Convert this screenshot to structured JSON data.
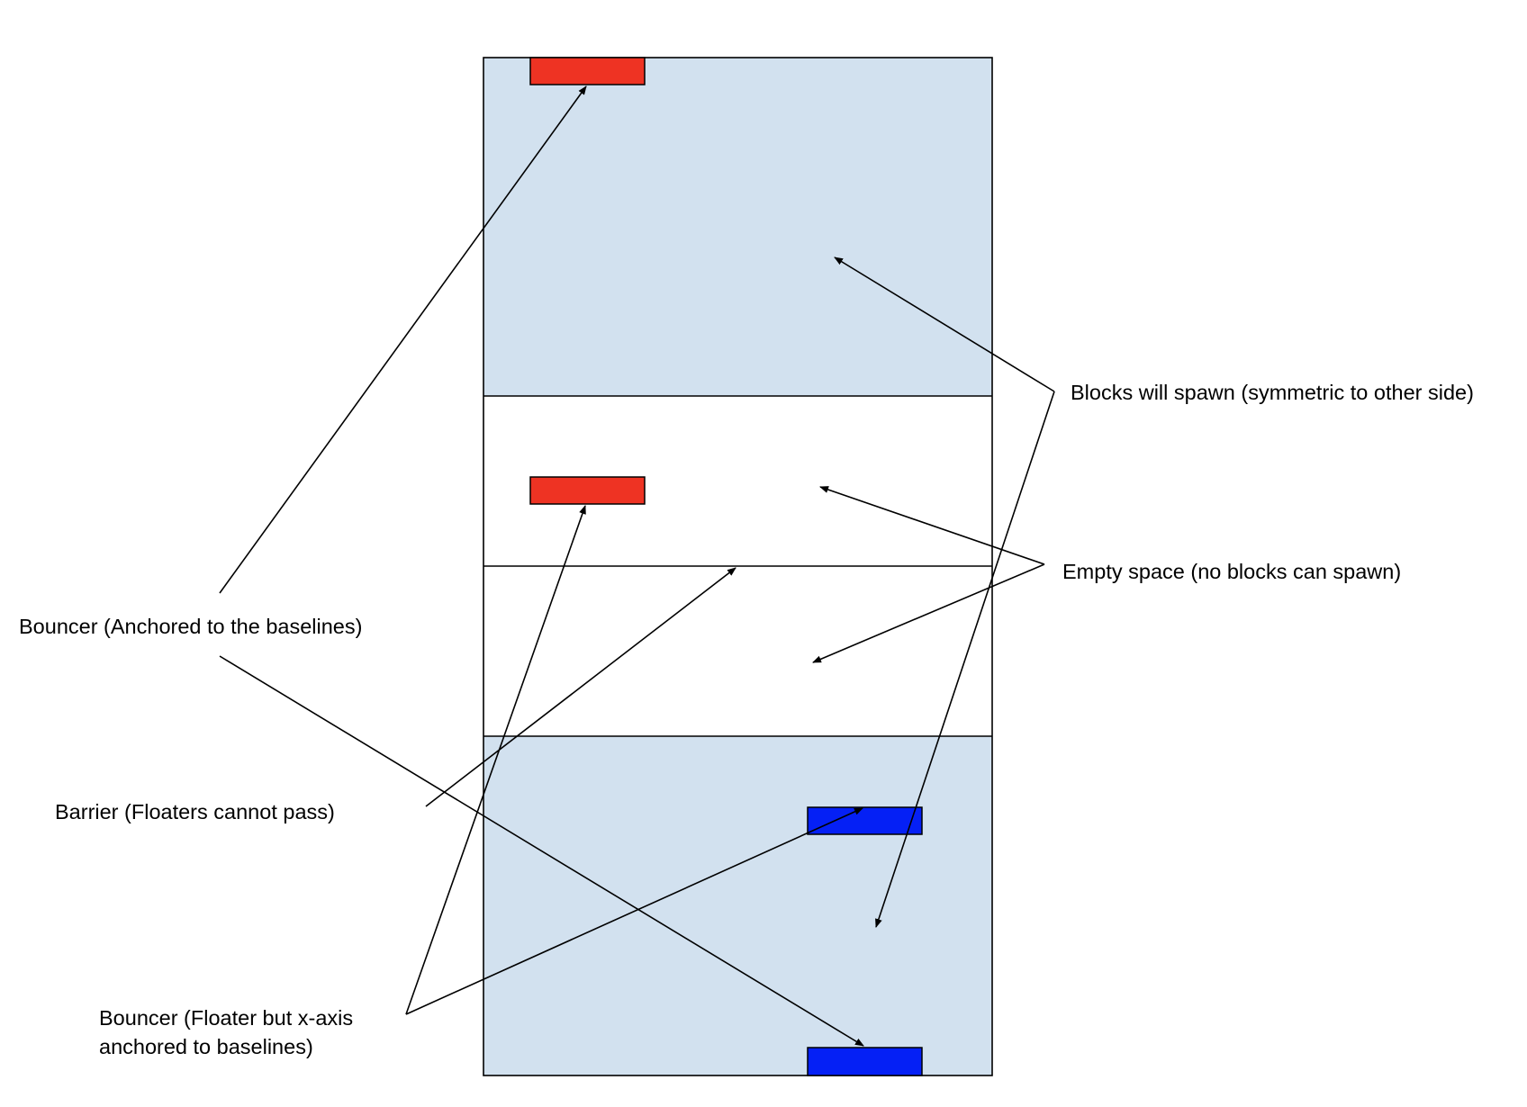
{
  "colors": {
    "spawn_zone_fill": "#d2e1ef",
    "empty_zone_fill": "#ffffff",
    "red_block": "#ee3323",
    "blue_block": "#0520f5",
    "stroke": "#000000"
  },
  "labels": {
    "blocks_spawn": "Blocks will spawn (symmetric to other side)",
    "empty_space": "Empty space (no blocks can spawn)",
    "bouncer_anchored": "Bouncer (Anchored to the baselines)",
    "barrier": "Barrier (Floaters cannot pass)",
    "bouncer_floater_line1": "Bouncer (Floater but x-axis",
    "bouncer_floater_line2": "anchored to baselines)"
  }
}
